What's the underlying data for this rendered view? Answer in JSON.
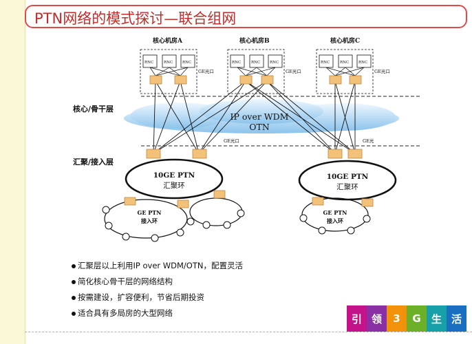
{
  "title": "PTN网络的模式探讨—联合组网",
  "diagram": {
    "rooms": [
      {
        "label": "核心机房A",
        "rnc": [
          "RNC",
          "RNC",
          "RNC"
        ],
        "port": "GE光口"
      },
      {
        "label": "核心机房B",
        "rnc": [
          "RNC",
          "RNC",
          "RNC"
        ],
        "port": "GE光口"
      },
      {
        "label": "核心机房C",
        "rnc": [
          "RNC",
          "RNC",
          "RNC"
        ],
        "port": "GE光口"
      }
    ],
    "layers": {
      "core": "核心/骨干层",
      "agg": "汇聚/接入层"
    },
    "cloud": {
      "line1": "IP over WDM",
      "line2": "OTN"
    },
    "ports": {
      "left": "GE光口",
      "right": "GE光"
    },
    "rings": {
      "left": {
        "line1": "10GE PTN",
        "line2": "汇聚环"
      },
      "right": {
        "line1": "10GE PTN",
        "line2": "汇聚环"
      }
    },
    "access": {
      "left": {
        "line1": "GE PTN",
        "line2": "接入环"
      },
      "right": {
        "line1": "GE PTN",
        "line2": "接入环"
      }
    }
  },
  "bullets": [
    "汇聚层以上利用IP over WDM/OTN，配置灵活",
    "简化核心骨干层的网络结构",
    "按需建设，扩容便利，节省后期投资",
    "适合具有多局房的大型网络"
  ],
  "banner": {
    "cells": [
      "引",
      "领",
      "3",
      "G",
      "生",
      "活"
    ],
    "colors": [
      "#c4138a",
      "#8a2fa4",
      "#f1920a",
      "#6cb02a",
      "#17a0a8",
      "#1a6fc0"
    ]
  }
}
